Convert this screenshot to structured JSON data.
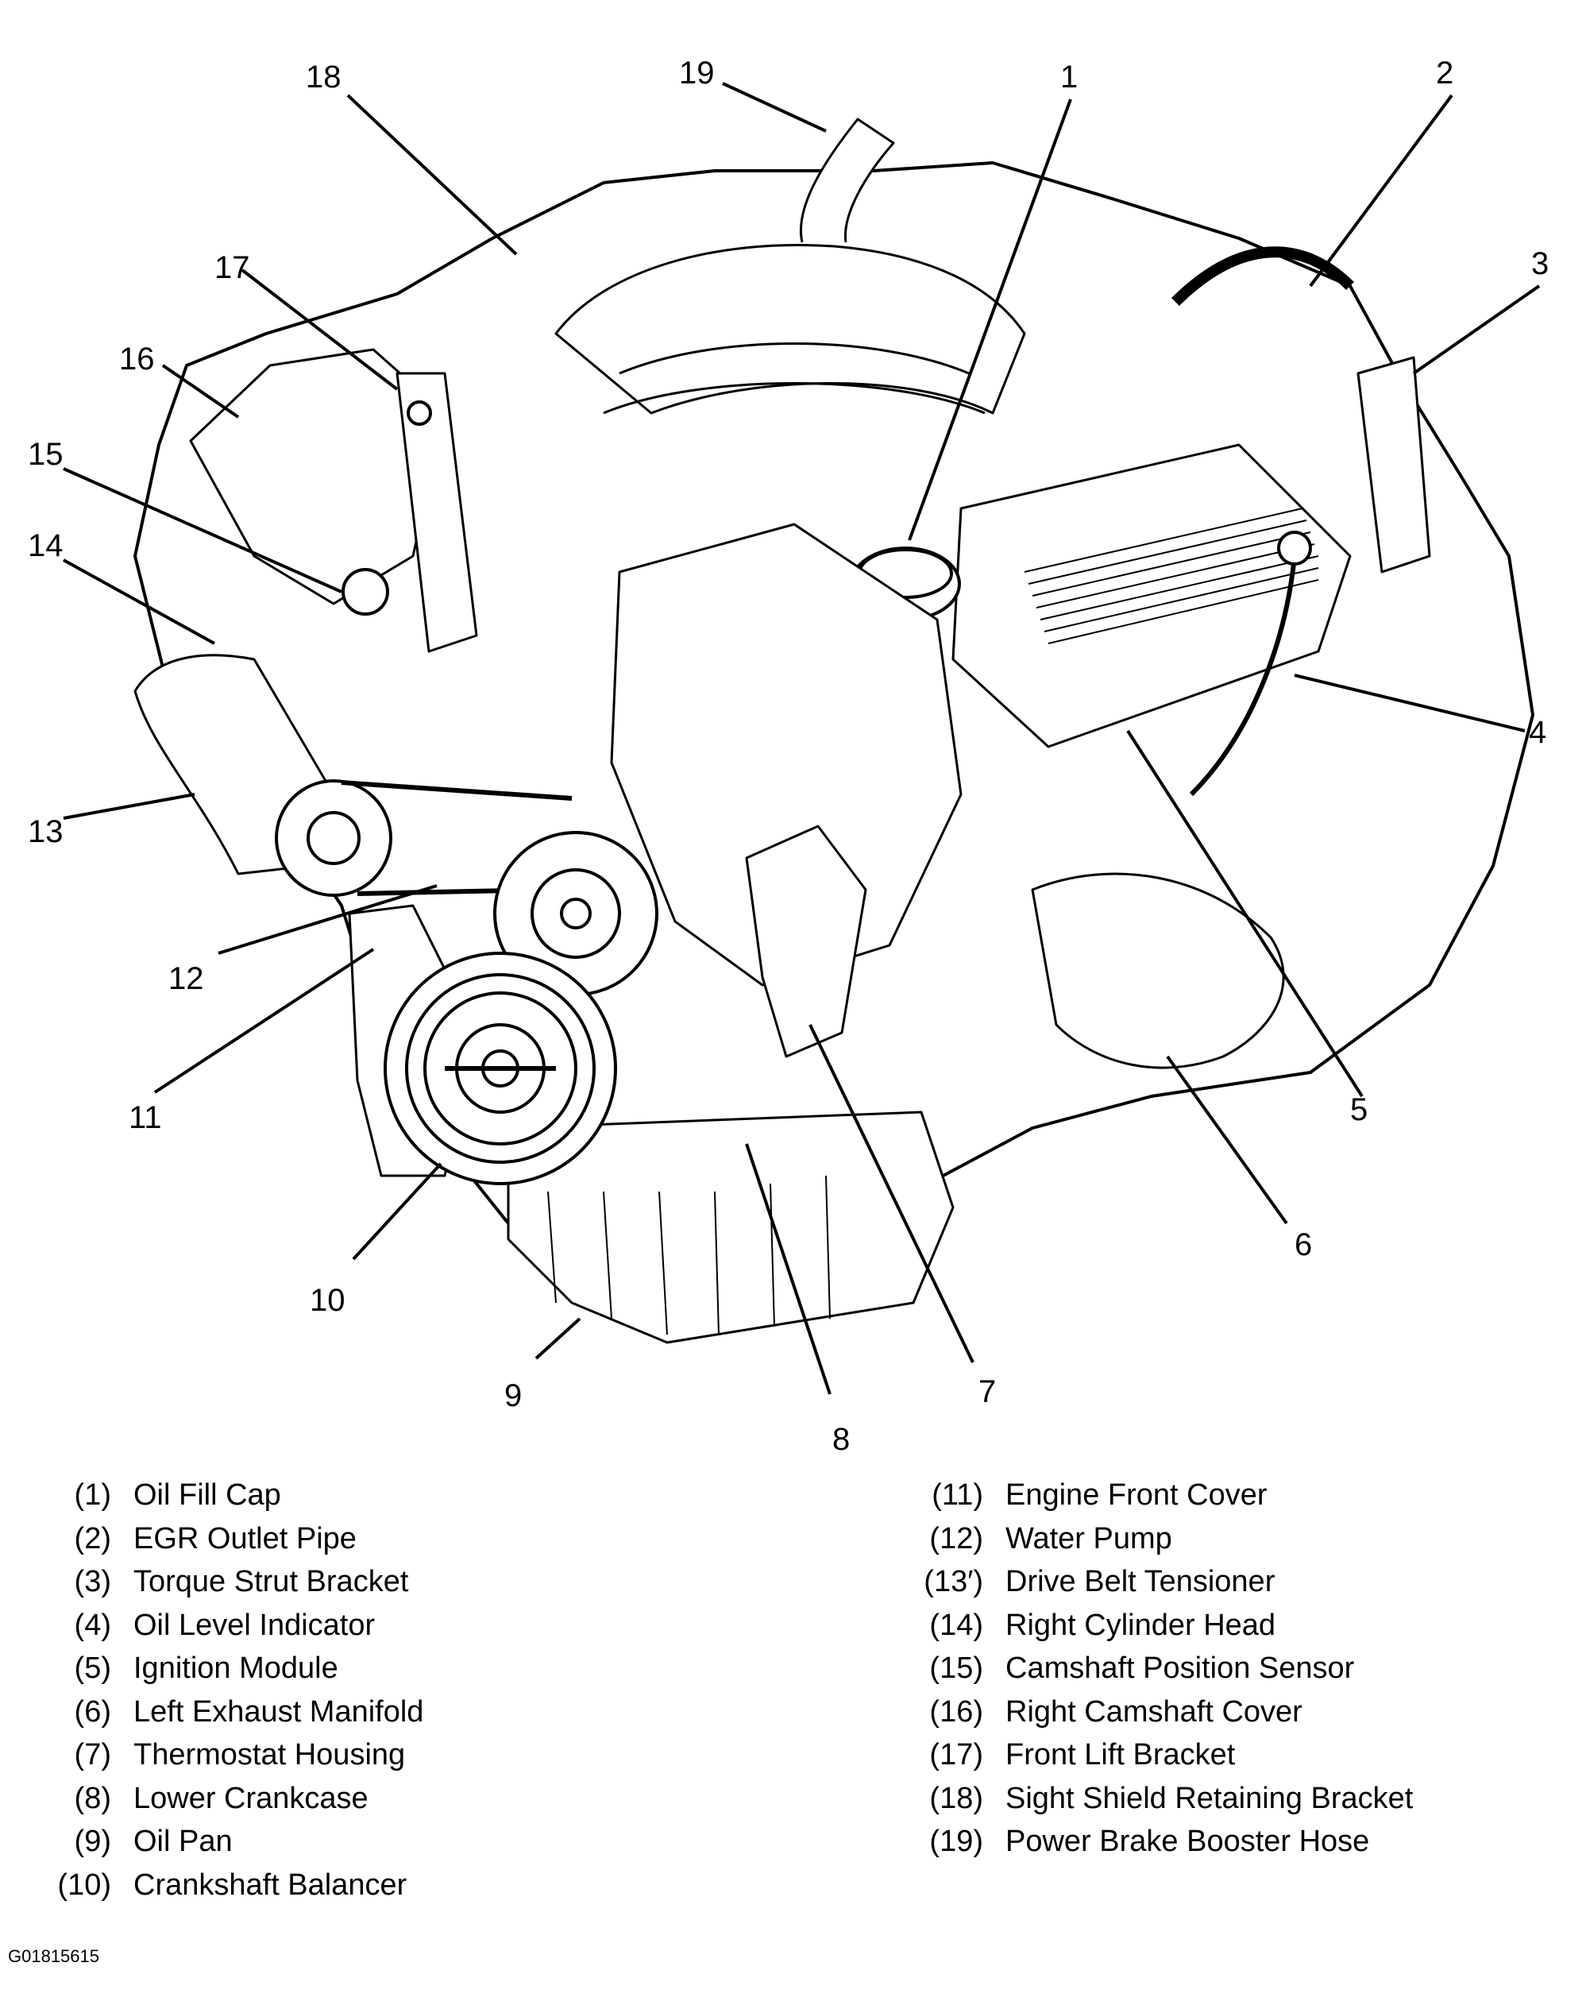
{
  "diagram": {
    "callouts": [
      "1",
      "2",
      "3",
      "4",
      "5",
      "6",
      "7",
      "8",
      "9",
      "10",
      "11",
      "12",
      "13",
      "14",
      "15",
      "16",
      "17",
      "18",
      "19"
    ]
  },
  "legend": {
    "left": [
      {
        "num": "(1)",
        "label": "Oil Fill Cap"
      },
      {
        "num": "(2)",
        "label": "EGR Outlet Pipe"
      },
      {
        "num": "(3)",
        "label": "Torque Strut Bracket"
      },
      {
        "num": "(4)",
        "label": "Oil Level Indicator"
      },
      {
        "num": "(5)",
        "label": "Ignition Module"
      },
      {
        "num": "(6)",
        "label": "Left Exhaust Manifold"
      },
      {
        "num": "(7)",
        "label": "Thermostat Housing"
      },
      {
        "num": "(8)",
        "label": "Lower Crankcase"
      },
      {
        "num": "(9)",
        "label": "Oil Pan"
      },
      {
        "num": "(10)",
        "label": "Crankshaft Balancer"
      }
    ],
    "right": [
      {
        "num": "(11)",
        "label": "Engine Front Cover"
      },
      {
        "num": "(12)",
        "label": "Water Pump"
      },
      {
        "num": "(13′)",
        "label": "Drive Belt Tensioner"
      },
      {
        "num": "(14)",
        "label": "Right Cylinder Head"
      },
      {
        "num": "(15)",
        "label": "Camshaft Position Sensor"
      },
      {
        "num": "(16)",
        "label": "Right Camshaft Cover"
      },
      {
        "num": "(17)",
        "label": "Front Lift Bracket"
      },
      {
        "num": "(18)",
        "label": "Sight Shield Retaining Bracket"
      },
      {
        "num": "(19)",
        "label": "Power Brake Booster Hose"
      }
    ]
  },
  "figure_code": "G01815615"
}
